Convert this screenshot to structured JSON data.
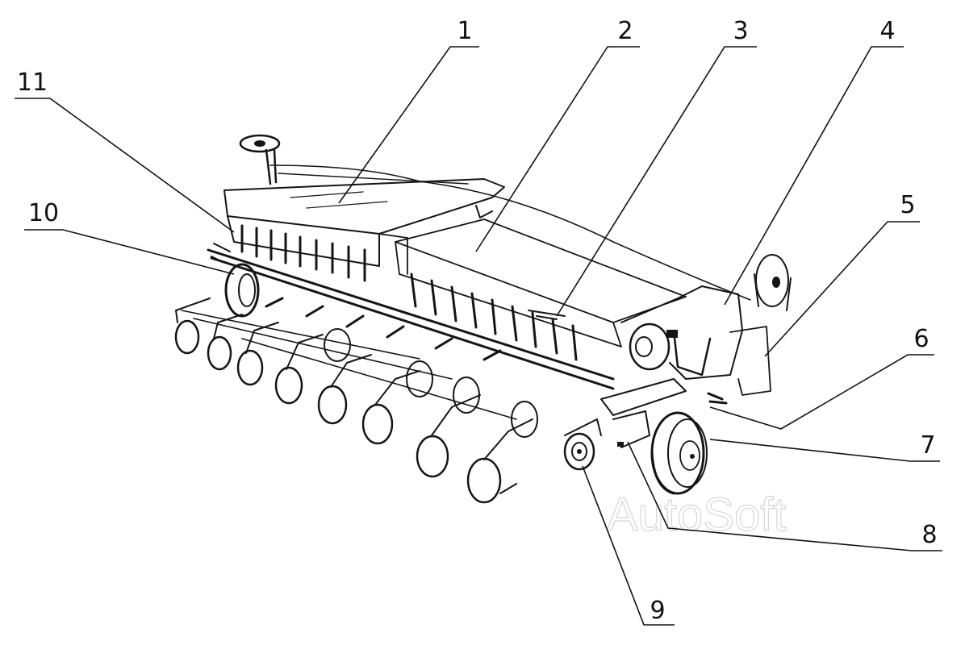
{
  "callouts": [
    {
      "id": "c1",
      "label": "1"
    },
    {
      "id": "c2",
      "label": "2"
    },
    {
      "id": "c3",
      "label": "3"
    },
    {
      "id": "c4",
      "label": "4"
    },
    {
      "id": "c5",
      "label": "5"
    },
    {
      "id": "c6",
      "label": "6"
    },
    {
      "id": "c7",
      "label": "7"
    },
    {
      "id": "c8",
      "label": "8"
    },
    {
      "id": "c9",
      "label": "9"
    },
    {
      "id": "c10",
      "label": "10"
    },
    {
      "id": "c11",
      "label": "11"
    }
  ],
  "watermark": "AutoSoft",
  "colors": {
    "ink": "#151515",
    "background": "#ffffff",
    "watermark": "#d6d6d6"
  }
}
